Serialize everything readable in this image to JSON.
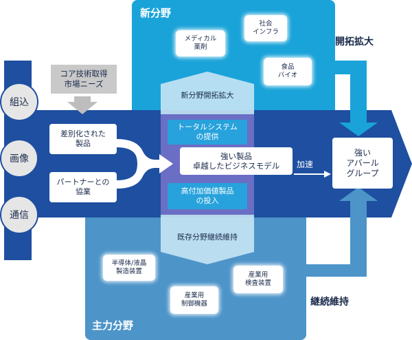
{
  "new_field": {
    "title": "新分野",
    "items": [
      "メディカル\n薬剤",
      "社会\nインフラ",
      "食品\nバイオ"
    ],
    "expand_label": "開拓拡大",
    "pentagon_label": "新分野開拓拡大"
  },
  "main_field": {
    "title": "主力分野",
    "items": [
      "半導体/液晶\n製造装置",
      "産業用\n制御機器",
      "産業用\n検査装置"
    ],
    "maintain_label": "継続維持",
    "pentagon_label": "既存分野継続維持"
  },
  "inputs": {
    "circles": [
      "組込",
      "画像",
      "通信"
    ],
    "needs": "コア技術取得\n市場ニーズ",
    "differentiated": "差別化された\n製品",
    "partner": "パートナーとの\n協業"
  },
  "center": {
    "total_system": "トータルシステム\nの提供",
    "strong_product": "強い製品\n卓越したビジネスモデル",
    "high_value": "高付加価値製品\nの投入",
    "accelerate": "加速"
  },
  "goal": "強い\nアバール\nグループ",
  "colors": {
    "new_field": "#1aa3d9",
    "main_field": "#4d94c9",
    "arrow_band": "#1e4fa0",
    "pentagon": "#c7e4f4",
    "center_panel": "#6a6ec4",
    "sub_box": "#27a2dc"
  }
}
